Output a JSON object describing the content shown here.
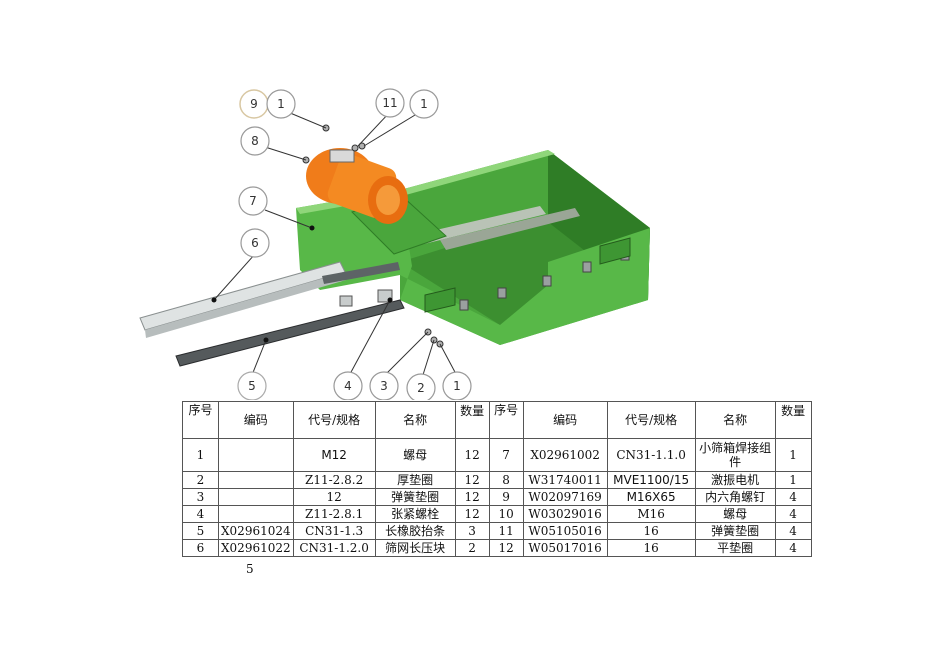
{
  "figure": {
    "callouts": [
      "9",
      "1",
      "11",
      "1",
      "8",
      "7",
      "6",
      "5",
      "4",
      "3",
      "2",
      "1"
    ]
  },
  "bom": {
    "headers": {
      "seq": "序号",
      "code": "编码",
      "spec": "代号/规格",
      "name": "名称",
      "qty": "数量"
    },
    "rows": [
      [
        {
          "seq": "1",
          "code": "",
          "spec": "M12",
          "name": "螺母",
          "qty": "12"
        },
        {
          "seq": "7",
          "code": "X02961002",
          "spec": "CN31-1.1.0",
          "name": "小筛箱焊接组件",
          "qty": "1"
        }
      ],
      [
        {
          "seq": "2",
          "code": "",
          "spec": "Z11-2.8.2",
          "name": "厚垫圈",
          "qty": "12"
        },
        {
          "seq": "8",
          "code": "W31740011",
          "spec": "MVE1100/15",
          "name": "激振电机",
          "qty": "1"
        }
      ],
      [
        {
          "seq": "3",
          "code": "",
          "spec": "12",
          "name": "弹簧垫圈",
          "qty": "12"
        },
        {
          "seq": "9",
          "code": "W02097169",
          "spec": "M16X65",
          "name": "内六角螺钉",
          "qty": "4"
        }
      ],
      [
        {
          "seq": "4",
          "code": "",
          "spec": "Z11-2.8.1",
          "name": "张紧螺栓",
          "qty": "12"
        },
        {
          "seq": "10",
          "code": "W03029016",
          "spec": "M16",
          "name": "螺母",
          "qty": "4"
        }
      ],
      [
        {
          "seq": "5",
          "code": "X02961024",
          "spec": "CN31-1.3",
          "name": "长橡胶抬条",
          "qty": "3"
        },
        {
          "seq": "11",
          "code": "W05105016",
          "spec": "16",
          "name": "弹簧垫圈",
          "qty": "4"
        }
      ],
      [
        {
          "seq": "6",
          "code": "X02961022",
          "spec": "CN31-1.2.0",
          "name": "筛网长压块",
          "qty": "2"
        },
        {
          "seq": "12",
          "code": "W05017016",
          "spec": "16",
          "name": "平垫圈",
          "qty": "4"
        }
      ]
    ]
  },
  "page_number": "5"
}
